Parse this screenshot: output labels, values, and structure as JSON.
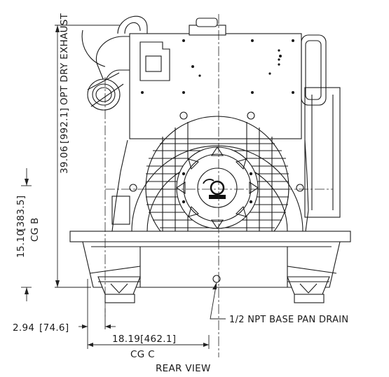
{
  "drawing": {
    "view_title": "REAR VIEW",
    "dimensions": {
      "exhaust_height_in": "39.06",
      "exhaust_height_mm": "[992.1]",
      "exhaust_label": "OPT DRY EXHAUST",
      "cg_b_in": "15.10",
      "cg_b_mm": "[383.5]",
      "cg_b_label": "CG B",
      "foot_offset_in": "2.94",
      "foot_offset_mm": "[74.6]",
      "cg_c_in": "18.19",
      "cg_c_mm": "[462.1]",
      "cg_c_label": "CG C"
    },
    "callouts": {
      "drain": "1/2 NPT BASE PAN DRAIN"
    }
  }
}
